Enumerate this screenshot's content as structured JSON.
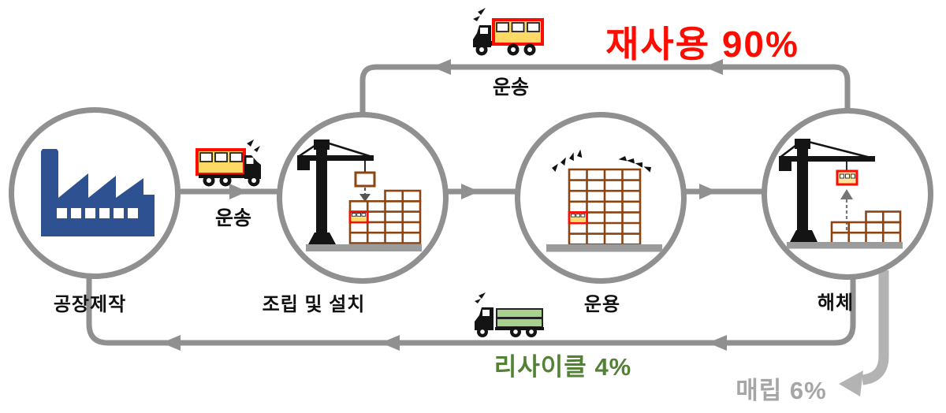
{
  "colors": {
    "line": "#909090",
    "landfill_line": "#b3b3b3",
    "red": "#ff0c00",
    "green": "#538135",
    "green_light": "#a9d18e",
    "yellow": "#ffd966",
    "yellow_light": "#ffe699",
    "module_brown": "#8c4511",
    "factory_blue": "#2e5191",
    "gray_text": "#a6a6a6",
    "ink": "#111111"
  },
  "diagram": {
    "stages": [
      {
        "id": "factory",
        "label": "공장제작",
        "icon": "factory-icon"
      },
      {
        "id": "assembly",
        "label": "조립 및 설치",
        "icon": "crane-assembly-icon"
      },
      {
        "id": "operation",
        "label": "운용",
        "icon": "modular-building-icon"
      },
      {
        "id": "dismantle",
        "label": "해체",
        "icon": "crane-dismantle-icon"
      }
    ],
    "flows": {
      "reuse": {
        "label": "재사용 90%"
      },
      "recycle": {
        "label": "리사이클 4%"
      },
      "landfill": {
        "label": "매립 6%"
      },
      "transport_top": {
        "label": "운송"
      },
      "transport_mid": {
        "label": "운송"
      }
    },
    "icons": {
      "reuse_truck": "cargo-truck-icon",
      "transport_truck": "cargo-truck-icon",
      "recycle_truck": "flatbed-truck-icon"
    }
  }
}
